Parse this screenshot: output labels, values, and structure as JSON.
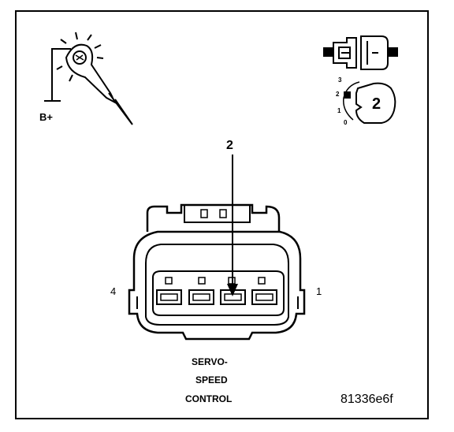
{
  "diagram": {
    "test_light": {
      "supply_label": "B+"
    },
    "meter_scale": {
      "ticks": [
        "3",
        "2",
        "1",
        "0"
      ],
      "setting": "2"
    },
    "connector": {
      "callout": "2",
      "left_pin": "4",
      "right_pin": "1",
      "name_lines": [
        "SERVO-",
        "SPEED",
        "CONTROL"
      ]
    },
    "figure_id": "81336e6f"
  }
}
